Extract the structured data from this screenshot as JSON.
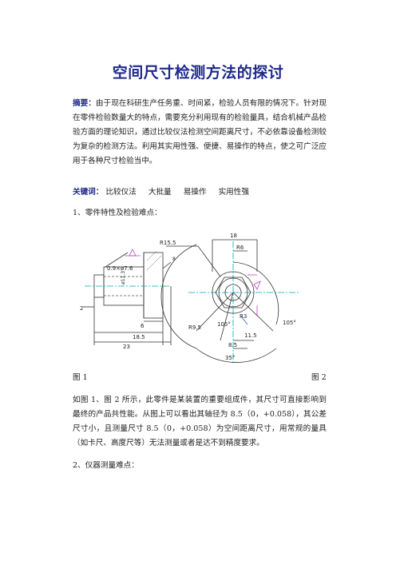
{
  "title": "空间尺寸检测方法的探讨",
  "abstract": {
    "label": "摘要：",
    "text": "由于现在科研生产任务重、时间紧，检验人员有限的情况下。针对现在零件检验数量大的特点，需要充分利用现有的检验量具，结合机械产品检验方面的理论知识，通过比较仪法检测空间距离尺寸，不必依靠设备检测较为复杂的检测方法。利用其实用性强、便捷、易操作的特点，使之可广泛应用于各种尺寸检验当中。"
  },
  "keywords": {
    "label": "关键词：",
    "items": [
      "比较仪法",
      "大批量",
      "易操作",
      "实用性强"
    ]
  },
  "section1": {
    "heading": "1、零件特性及检验难点："
  },
  "figure": {
    "left_labels": {
      "chamfer": "0.9×ø7.6",
      "dia": "ø11.3",
      "d2": "2",
      "d6": "6",
      "d185": "18.5",
      "d23": "23",
      "ref8": "8"
    },
    "right_labels": {
      "r155": "R15.5",
      "d18": "18",
      "r6": "R6",
      "r3": "R3",
      "a105a": "105°",
      "a105b": "105°",
      "r95": "R9.5",
      "d115": "11.5",
      "d85": "8.5",
      "a35": "35°"
    },
    "caption_left": "图 1",
    "caption_right": "图 2"
  },
  "paragraph2": "如图 1、图 2 所示，此零件是某装置的重要组成件，其尺寸可直接影响到最终的产品共性能。从图上可以看出其轴径为 8.5（0，+0.058），其公差尺寸小，且测量尺寸 8.5（0，+0.058）为空间距离尺寸，用常规的量具（如卡尺、高度尺等）无法测量或者是达不到精度要求。",
  "section2": {
    "heading": "2、仪器测量难点："
  }
}
